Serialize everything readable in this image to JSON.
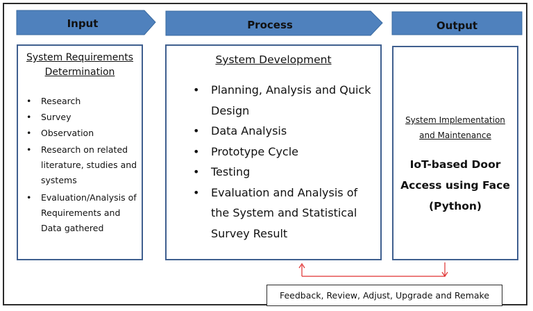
{
  "colors": {
    "header_fill": "#4f81bd",
    "box_border": "#3f5f8f",
    "feedback_arrow": "#e03030"
  },
  "input": {
    "header": "Input",
    "title_line1": "System Requirements",
    "title_line2": "Determination",
    "items": [
      "Research",
      "Survey",
      "Observation",
      "Research on related literature, studies and systems",
      "Evaluation/Analysis of Requirements and Data gathered"
    ]
  },
  "process": {
    "header": "Process",
    "title": "System Development",
    "items": [
      "Planning, Analysis and Quick Design",
      "Data Analysis",
      "Prototype Cycle",
      "Testing",
      "Evaluation and Analysis of the System and Statistical Survey Result"
    ]
  },
  "output": {
    "header": "Output",
    "subtitle_line1": "System Implementation",
    "subtitle_line2": "and Maintenance",
    "result_line1": "IoT-based Door",
    "result_line2": "Access using Face",
    "result_line3": "(Python)"
  },
  "feedback": {
    "label": "Feedback, Review, Adjust, Upgrade and Remake"
  }
}
